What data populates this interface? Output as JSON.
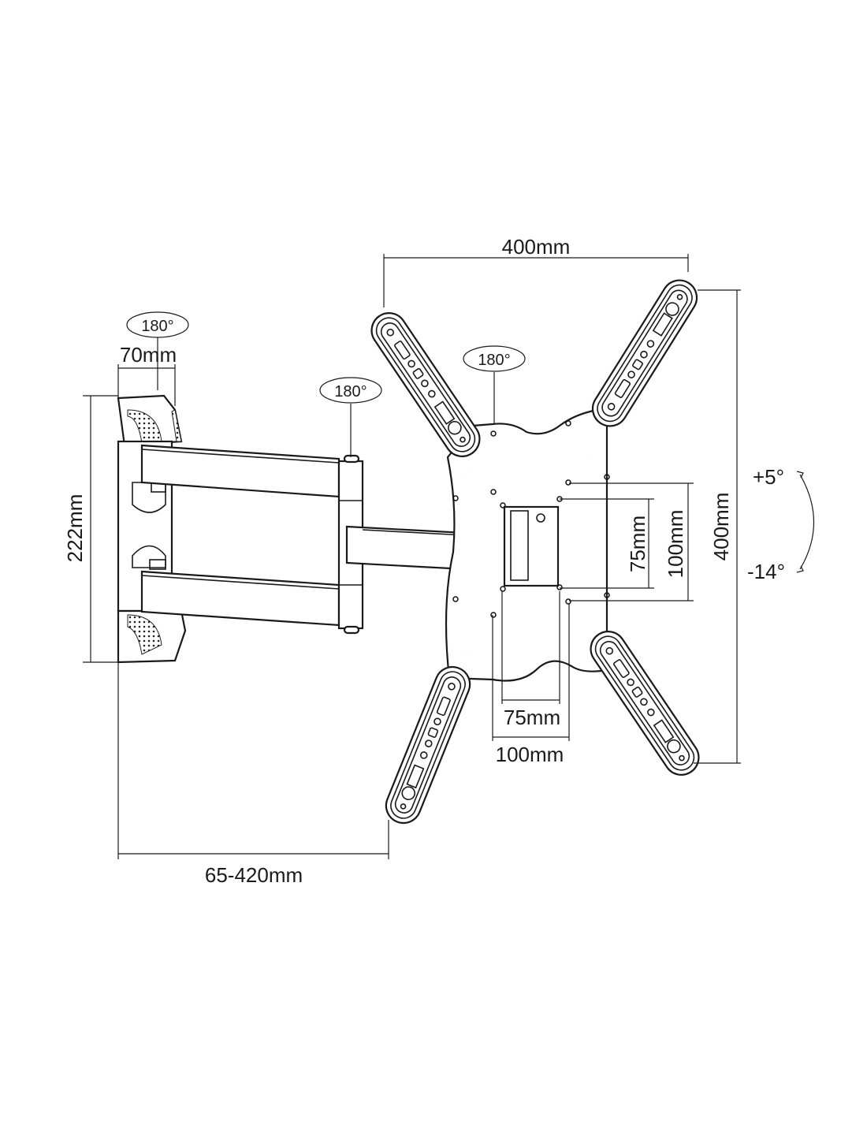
{
  "diagram": {
    "dimensions": {
      "vesa_max_width": "400mm",
      "vesa_max_height": "400mm",
      "vesa_mid_vertical": "100mm",
      "vesa_min_vertical": "75mm",
      "vesa_min_horizontal": "75mm",
      "vesa_mid_horizontal": "100mm",
      "wall_plate_height": "222mm",
      "wall_plate_width": "70mm",
      "extension": "65-420mm"
    },
    "rotations": {
      "wall_swivel": "180°",
      "arm_swivel": "180°",
      "plate_rotation": "180°"
    },
    "tilt": {
      "up": "+5°",
      "down": "-14°"
    }
  }
}
